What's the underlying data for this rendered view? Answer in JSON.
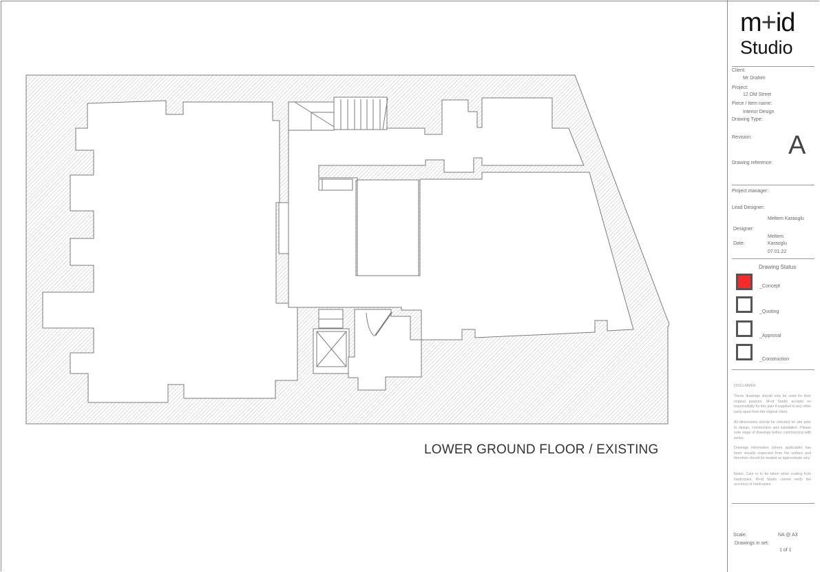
{
  "drawing": {
    "title": "LOWER GROUND FLOOR / EXISTING",
    "hatch_color": "#b8b8b8",
    "line_color": "#777777"
  },
  "title_block": {
    "logo": {
      "line1_a": "m",
      "line1_plus": "+",
      "line1_b": "id",
      "line2": "Studio"
    },
    "client_label": "Client:",
    "client": "Mr Drahim",
    "project_label": "Project:",
    "project": "12 Old Street",
    "piece_label": "Piece / Item name:",
    "piece": "Interior Design",
    "drawing_type_label": "Drawing Type:",
    "drawing_type": "",
    "revision_label": "Revision:",
    "revision": "A",
    "drawing_reference_label": "Drawing reference:",
    "drawing_reference": "",
    "project_manager_label": "Project manager:",
    "project_manager": "",
    "lead_designer_label": "Lead Designer:",
    "lead_designer": "Meltem Karaoglu",
    "designer_label": "Designer:",
    "designer_line1": "Meltem",
    "designer_line2": "Karaoglu",
    "date_label": "Date:",
    "date": "07.01.22",
    "status": {
      "title": "Drawing Status",
      "active_color": "#ff2e2e",
      "items": [
        {
          "label": "_Concept",
          "checked": true
        },
        {
          "label": "_Quoting",
          "checked": false
        },
        {
          "label": "_Approval",
          "checked": false
        },
        {
          "label": "_Construction",
          "checked": false
        }
      ]
    },
    "disclaimer": {
      "heading": "DISCLAIMER",
      "p1": "These drawings should only be used for their original purpose. M+id Studio accepts no responsibility for this plan if supplied to any other party apart from the original client.",
      "p2": "All dimensions should be checked on site prior to design, construction and installation. Please note stage of drawings before commencing with works.",
      "p3": "Drainage information (where applicable) has been visually inspected from the surface and therefore should be treated as approximate only.",
      "p4": "Notes: Care is to be taken when scaling from hardcopies. M+id Studio cannot verify the accuracy of hardcopies."
    },
    "scale_label": "Scale:",
    "scale": "NA @ A3",
    "drawings_in_set_label": "Drawings in set:",
    "drawings_in_set": "1 of 1"
  }
}
